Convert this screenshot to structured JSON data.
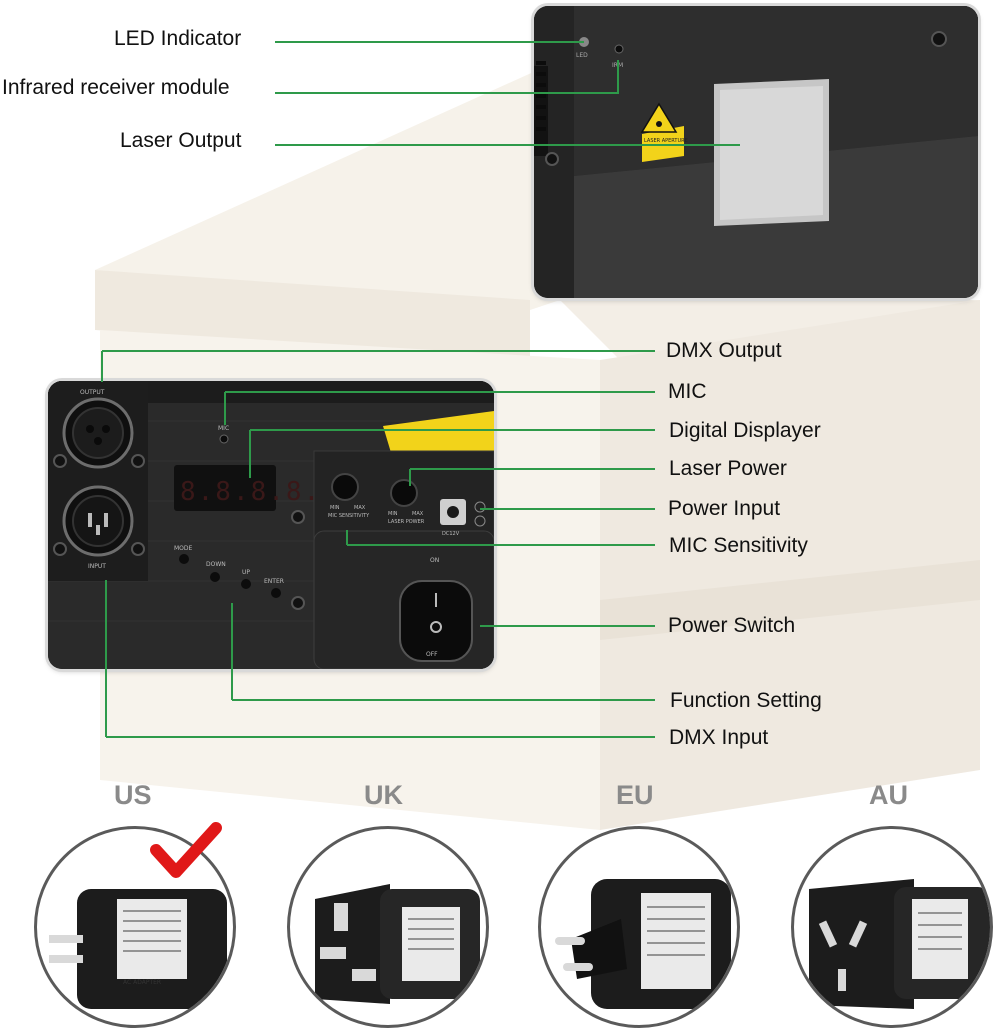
{
  "top_callouts": {
    "led_indicator": "LED Indicator",
    "infrared_receiver": "Infrared receiver module",
    "laser_output": "Laser Output"
  },
  "top_panel": {
    "led_mark": "LED",
    "ir_mark": "IRM",
    "warning_sticker": "LASER APERTURE"
  },
  "side_callouts": {
    "dmx_output": "DMX Output",
    "mic": "MIC",
    "digital_displayer": "Digital Displayer",
    "laser_power": "Laser Power",
    "power_input": "Power Input",
    "mic_sensitivity": "MIC Sensitivity",
    "power_switch": "Power Switch",
    "function_setting": "Function Setting",
    "dmx_input": "DMX Input"
  },
  "rear_panel": {
    "output_mark": "OUTPUT",
    "input_mark": "INPUT",
    "mic_mark": "MIC",
    "display_value": "8.8.8.8.",
    "buttons": [
      "MODE",
      "DOWN",
      "UP",
      "ENTER"
    ],
    "knob1_min": "MIN",
    "knob1_max": "MAX",
    "knob1_name": "MIC SENSITIVITY",
    "knob2_min": "MIN",
    "knob2_max": "MAX",
    "knob2_name": "LASER POWER",
    "dc_mark": "DC12V",
    "switch_on": "ON",
    "switch_off": "OFF"
  },
  "plug_regions": [
    {
      "code": "US",
      "selected": true
    },
    {
      "code": "UK",
      "selected": false
    },
    {
      "code": "EU",
      "selected": false
    },
    {
      "code": "AU",
      "selected": false
    }
  ],
  "adapter_mark": "AC ADAPTER",
  "colors": {
    "callout_line": "#2e9a4a",
    "check_mark": "#e01818",
    "device_body": "#2b2b2b",
    "warning_yellow": "#f2d31a"
  }
}
